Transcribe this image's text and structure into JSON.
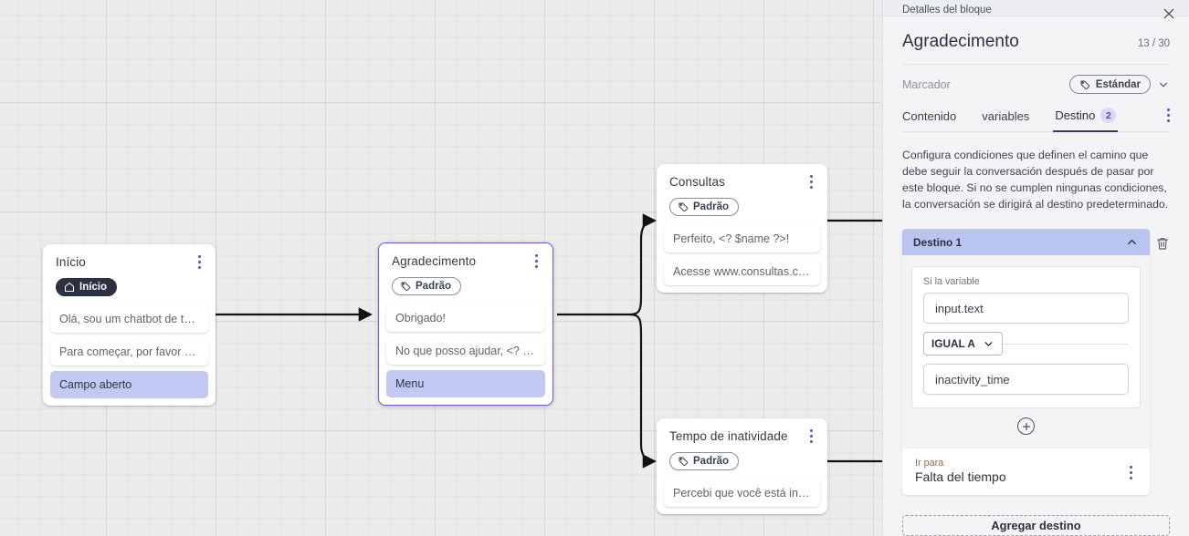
{
  "canvas": {
    "nodes": [
      {
        "id": "inicio",
        "title": "Início",
        "chip": "Início",
        "chip_icon": "home-icon",
        "chip_style": "dark",
        "rows": [
          {
            "text": "Olá, sou um chatbot de teste!",
            "highlight": false
          },
          {
            "text": "Para começar, por favor digite o ...",
            "highlight": false
          },
          {
            "text": "Campo aberto",
            "highlight": true
          }
        ]
      },
      {
        "id": "agradecimento",
        "title": "Agradecimento",
        "chip": "Padrão",
        "chip_icon": "tag-icon",
        "chip_style": "light",
        "rows": [
          {
            "text": "Obrigado!",
            "highlight": false
          },
          {
            "text": "No que posso ajudar, <? $name ...",
            "highlight": false
          },
          {
            "text": "Menu",
            "highlight": true
          }
        ]
      },
      {
        "id": "consultas",
        "title": "Consultas",
        "chip": "Padrão",
        "chip_icon": "tag-icon",
        "chip_style": "light",
        "rows": [
          {
            "text": "Perfeito, <? $name ?>!",
            "highlight": false
          },
          {
            "text": "Acesse www.consultas.com par...",
            "highlight": false
          }
        ]
      },
      {
        "id": "inatividade",
        "title": "Tempo de inatividade",
        "chip": "Padrão",
        "chip_icon": "tag-icon",
        "chip_style": "light",
        "rows": [
          {
            "text": "Percebi que você está inativo. C...",
            "highlight": false
          }
        ]
      }
    ]
  },
  "panel": {
    "topbar_title": "Detalles del bloque",
    "close_icon": "close-icon",
    "block_title": "Agradecimento",
    "char_count": "13 / 30",
    "marcador_label": "Marcador",
    "marcador_value": "Estándar",
    "marcador_icon": "tag-icon",
    "chevron_icon": "chevron-down-icon",
    "tabs": [
      {
        "label": "Contenido",
        "badge": "",
        "active": false
      },
      {
        "label": "variables",
        "badge": "",
        "active": false
      },
      {
        "label": "Destino",
        "badge": "2",
        "active": true
      }
    ],
    "description": "Configura condiciones que definen el camino que debe seguir la conversación después de pasar por este bloque. Si no se cumplen ningunas condiciones, la conversación se dirigirá al destino predeterminado.",
    "destination": {
      "header": "Destino 1",
      "collapse_icon": "chevron-up-icon",
      "delete_icon": "trash-icon",
      "condition_label": "Si la variable",
      "variable_value": "input.text",
      "operator": "IGUAL A",
      "comparison_value": "inactivity_time",
      "add_condition_icon": "plus-circle-icon",
      "goto_label": "Ir para",
      "goto_value": "Falta del tiempo",
      "goto_menu_icon": "kebab-menu-icon"
    },
    "add_destination_label": "Agregar destino",
    "colors": {
      "accent_bar": "#2f55d4",
      "destination_header": "#b9c4f0",
      "highlight_row": "#c2caf4",
      "badge": "#d9d9f7",
      "node_selected_border": "#6a5ae0"
    }
  }
}
